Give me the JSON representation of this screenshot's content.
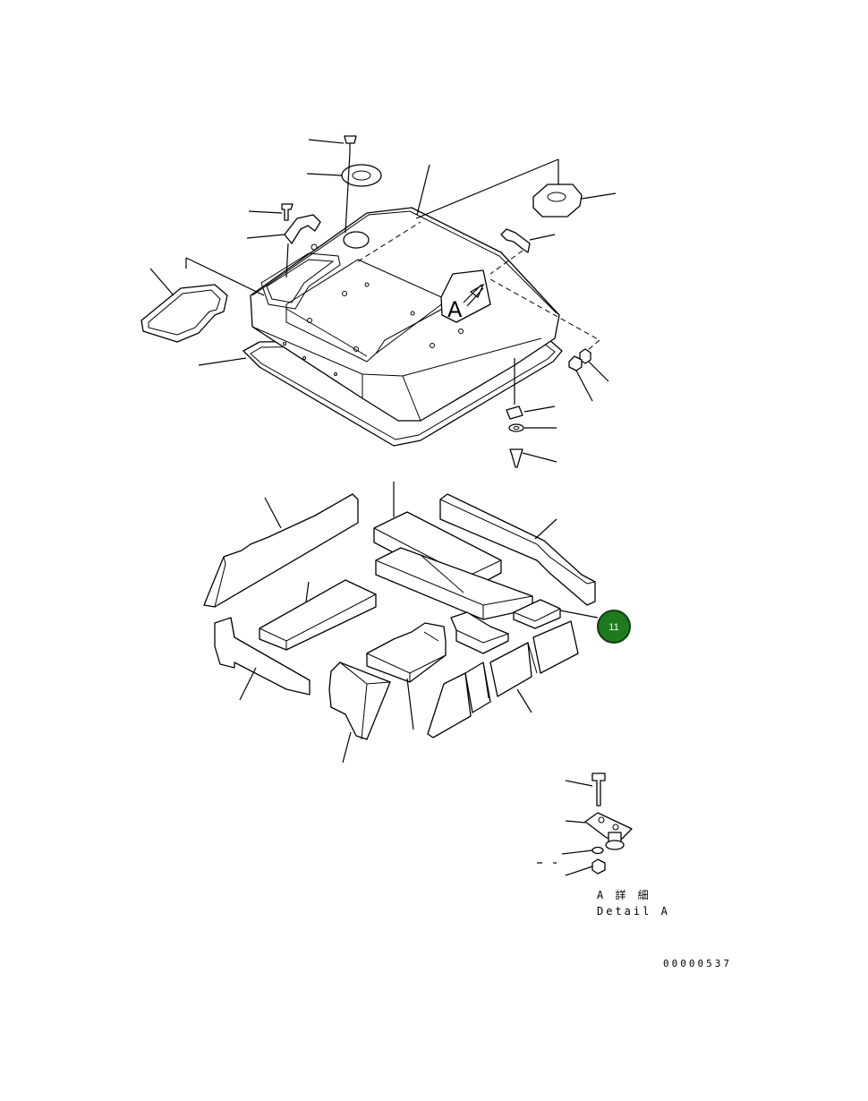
{
  "detail": {
    "label_jp": "A 詳 細",
    "label_en": "Detail A",
    "view_marker": "A"
  },
  "callouts": [
    {
      "number": "11",
      "fill": "#1f7a1f",
      "stroke": "#0c3d0c"
    }
  ],
  "document_number": "00000537",
  "colors": {
    "line": "#000000",
    "background": "#ffffff",
    "callout_fill": "#1f7a1f"
  }
}
